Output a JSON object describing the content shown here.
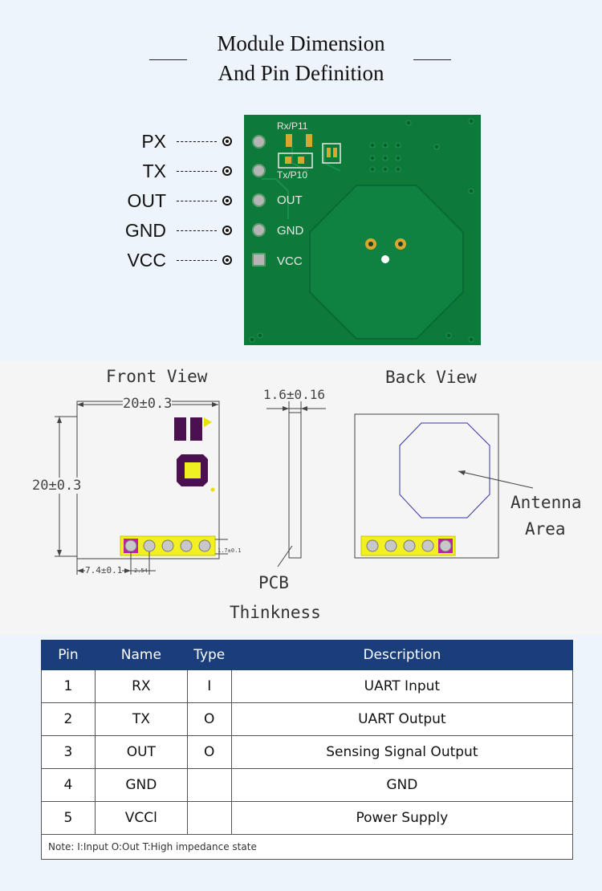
{
  "header": {
    "title_line1": "Module Dimension",
    "title_line2": "And Pin Definition"
  },
  "photo": {
    "pin_labels": [
      "PX",
      "TX",
      "OUT",
      "GND",
      "VCC"
    ],
    "silkscreen": {
      "rx": "Rx/P11",
      "tx": "Tx/P10",
      "out": "OUT",
      "gnd": "GND",
      "vcc": "VCC"
    },
    "colors": {
      "pcb": "#0d7a3a",
      "antenna": "#0f8140"
    }
  },
  "drawing": {
    "front_view_label": "Front View",
    "back_view_label": "Back View",
    "width_dim": "20±0.3",
    "height_dim": "20±0.3",
    "offset_dim": "7.4±0.1",
    "pitch_dim": "2.54",
    "pin_dim": "1.7±0.1",
    "thickness_dim": "1.6±0.16",
    "pcb_label_line1": "PCB",
    "pcb_label_line2": "Thinkness",
    "antenna_label_line1": "Antenna",
    "antenna_label_line2": "Area"
  },
  "pin_table": {
    "headers": [
      "Pin",
      "Name",
      "Type",
      "Description"
    ],
    "rows": [
      [
        "1",
        "RX",
        "I",
        "UART Input"
      ],
      [
        "2",
        "TX",
        "O",
        "UART Output"
      ],
      [
        "3",
        "OUT",
        "O",
        "Sensing Signal Output"
      ],
      [
        "4",
        "GND",
        "",
        "GND"
      ],
      [
        "5",
        "VCCl",
        "",
        "Power Supply"
      ]
    ],
    "note": "Note:  I:Input  O:Out  T:High impedance state",
    "colors": {
      "header": "#1a3d7c"
    }
  }
}
